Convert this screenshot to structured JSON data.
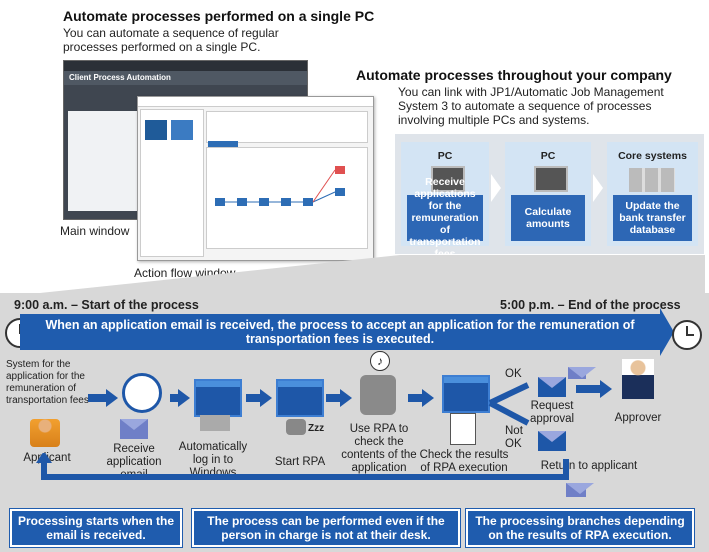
{
  "left_section": {
    "title": "Automate processes performed on a single PC",
    "desc": "You can automate a sequence of regular processes performed on a single PC.",
    "main_window_label": "Main window",
    "action_flow_label": "Action flow window",
    "main_window_title": "Client Process Automation"
  },
  "right_section": {
    "title": "Automate processes throughout your company",
    "desc": "You can link with JP1/Automatic Job Management System 3 to automate a sequence of processes involving multiple PCs and systems.",
    "cards": [
      {
        "title": "PC",
        "text": "Receive applications for the remuneration of transportation fees"
      },
      {
        "title": "PC",
        "text": "Calculate amounts"
      },
      {
        "title": "Core systems",
        "text": "Update the bank transfer database"
      }
    ]
  },
  "timeline": {
    "start": "9:00 a.m. – Start of the process",
    "end": "5:00 p.m. – End of the process",
    "banner": "When an application email is received, the process to accept an application for the remuneration of transportation fees is executed."
  },
  "flow": {
    "system_label": "System for the application for the remuneration of transportation fees",
    "applicant": "Applicant",
    "steps": [
      "Receive application email",
      "Automatically log in to Windows",
      "Start RPA",
      "Use RPA to check the contents of the application",
      "Check the results of RPA execution"
    ],
    "ok": "OK",
    "not_ok": "Not OK",
    "request_approval": "Request approval",
    "approver": "Approver",
    "return_to_applicant": "Return to applicant",
    "zzz": "Zzz"
  },
  "notes": [
    "Processing starts when the email is received.",
    "The process can be performed even if the person in charge is not at their desk.",
    "The processing branches depending on the results of RPA execution."
  ],
  "colors": {
    "accent": "#1f5cae",
    "panel": "#d8d8d8",
    "card": "#d3e4f4"
  }
}
